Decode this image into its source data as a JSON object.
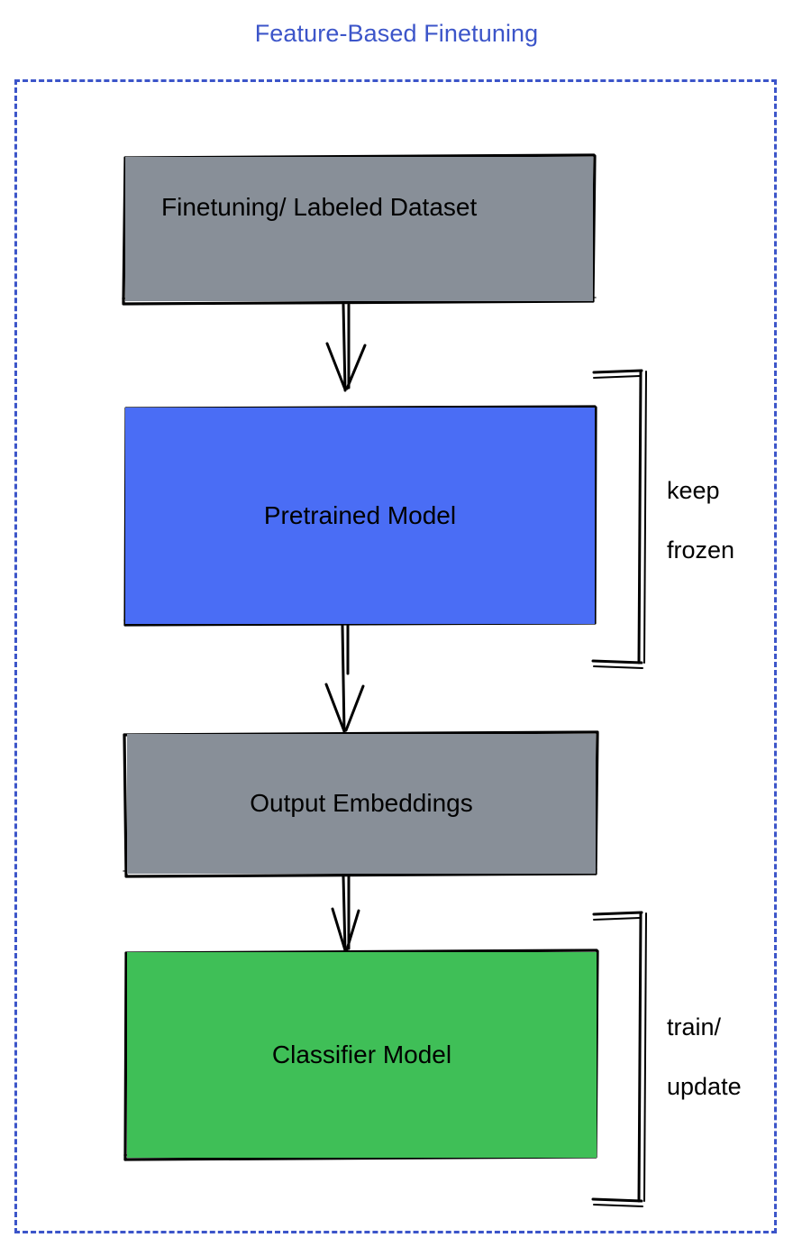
{
  "title": "Feature-Based Finetuning",
  "theme": {
    "title_color": "#3c55c9",
    "frame_color": "#3c55c9",
    "gray_fill": "#888f98",
    "blue_fill": "#4a6df5",
    "green_fill": "#3fbf57",
    "stroke_color": "#000000",
    "background": "#ffffff"
  },
  "diagram": {
    "type": "flowchart",
    "orientation": "top-to-bottom",
    "nodes": [
      {
        "id": "dataset",
        "label": "Finetuning/ Labeled Dataset",
        "fill": "#888f98"
      },
      {
        "id": "pretrained",
        "label": "Pretrained Model",
        "fill": "#4a6df5"
      },
      {
        "id": "embeddings",
        "label": "Output Embeddings",
        "fill": "#888f98"
      },
      {
        "id": "classifier",
        "label": "Classifier Model",
        "fill": "#3fbf57"
      }
    ],
    "edges": [
      {
        "from": "dataset",
        "to": "pretrained",
        "style": "arrow-down"
      },
      {
        "from": "pretrained",
        "to": "embeddings",
        "style": "arrow-down"
      },
      {
        "from": "embeddings",
        "to": "classifier",
        "style": "arrow-down"
      }
    ],
    "annotations": [
      {
        "id": "keep-frozen",
        "target": "pretrained",
        "line1": "keep",
        "line2": "frozen",
        "bracket": "right"
      },
      {
        "id": "train-update",
        "target": "classifier",
        "line1": "train/",
        "line2": "update",
        "bracket": "right"
      }
    ]
  }
}
